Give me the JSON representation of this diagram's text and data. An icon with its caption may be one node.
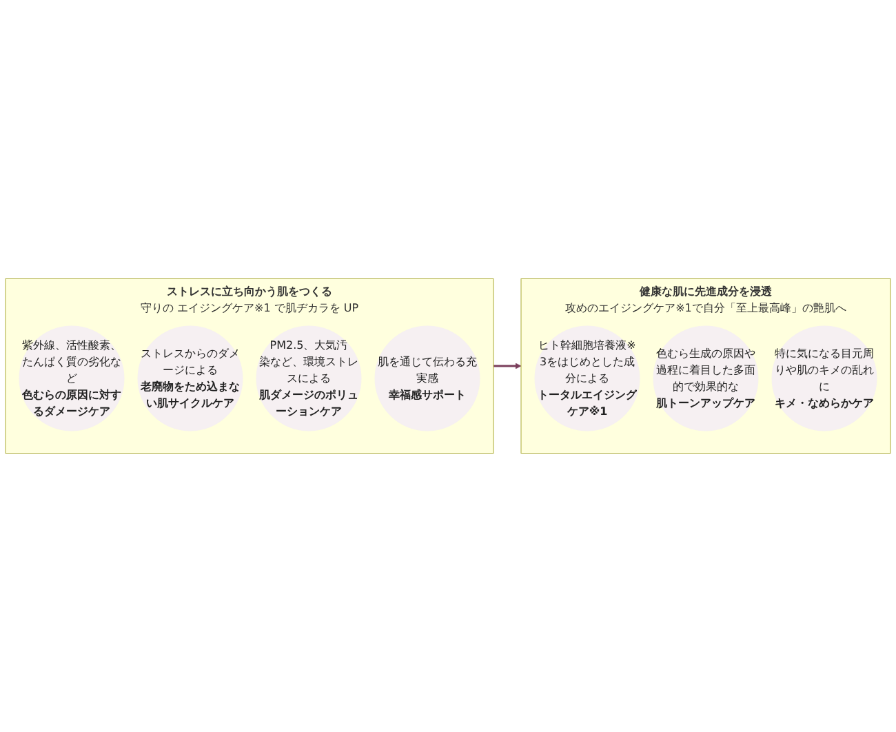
{
  "diagram": {
    "nodes": [
      {
        "text": [
          "ストレスに立ち向かう肌をつくる",
          "守りの エイジングケア※1 で肌ヂカラを UP"
        ]
      },
      {
        "text": [
          "紫外線、活性酸素、たんぱく質の劣化など",
          "色むらの原因に対するダメージケア"
        ],
        "in": 0
      },
      {
        "text": [
          "ストレスからのダメージによる",
          "老廃物をため込まない肌サイクルケア"
        ],
        "in": 0
      },
      {
        "text": [
          "PM2.5、大気汚染など、環境ストレスによる",
          "肌ダメージのポリューションケア"
        ],
        "in": 0
      },
      {
        "text": [
          "肌を通じて伝わる充実感",
          "幸福感サポート"
        ],
        "in": 0
      },
      {
        "text": [
          "健康な肌に先進成分を浸透",
          "攻めのエイジングケア※1で自分「至上最高峰」の艶肌へ"
        ]
      },
      {
        "text": [
          "ヒト幹細胞培養液※3をはじめとした成分による",
          "トータルエイジングケア※1"
        ],
        "in": 5
      },
      {
        "text": [
          "色むら生成の原因や過程に着目した多面的で効果的な",
          "肌トーンアップケア"
        ],
        "in": 5
      },
      {
        "text": [
          "特に気になる目元周りや肌のキメの乱れに",
          "キメ・なめらかケア"
        ],
        "in": 5
      }
    ],
    "edges": [
      {
        "from": 0,
        "to": 5,
        "arrow": "to"
      }
    ]
  }
}
